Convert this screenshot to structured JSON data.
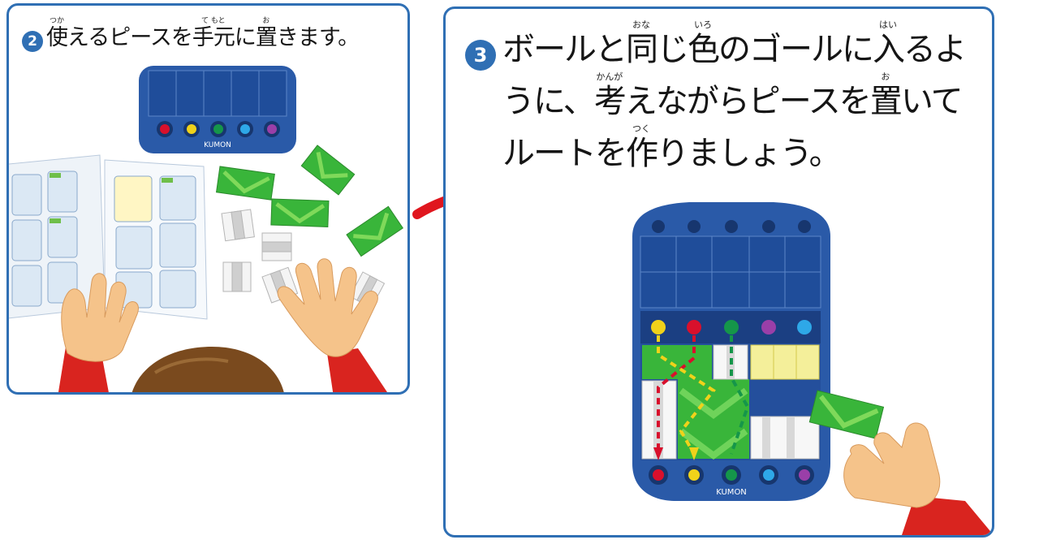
{
  "steps": [
    {
      "number": "2",
      "lines": [
        [
          {
            "text": "使",
            "ruby": "つか"
          },
          {
            "text": "えるピースを"
          },
          {
            "text": "手元",
            "ruby": "て もと"
          },
          {
            "text": "に"
          },
          {
            "text": "置",
            "ruby": "お"
          },
          {
            "text": "きます。"
          }
        ]
      ]
    },
    {
      "number": "3",
      "lines": [
        [
          {
            "text": "ボールと"
          },
          {
            "text": "同",
            "ruby": "おな"
          },
          {
            "text": "じ"
          },
          {
            "text": "色",
            "ruby": "いろ"
          },
          {
            "text": "のゴールに"
          },
          {
            "text": "入",
            "ruby": "はい"
          },
          {
            "text": "るよ"
          }
        ],
        [
          {
            "text": "うに、"
          },
          {
            "text": "考",
            "ruby": "かんが"
          },
          {
            "text": "えながらピースを"
          },
          {
            "text": "置",
            "ruby": "お"
          },
          {
            "text": "いて"
          }
        ],
        [
          {
            "text": "ルートを"
          },
          {
            "text": "作",
            "ruby": "つく"
          },
          {
            "text": "りましょう。"
          }
        ]
      ]
    }
  ],
  "board": {
    "brand": "KUMON",
    "ball_colors": [
      "#f0d21a",
      "#d8102c",
      "#15964a",
      "#9a3fa8",
      "#2ea8e8"
    ],
    "goal_colors_left": [
      "#d8102c",
      "#f0d21a",
      "#15964a",
      "#2ea8e8",
      "#9a3fa8"
    ],
    "goal_colors_right": [
      "#d8102c",
      "#f0d21a",
      "#15964a",
      "#2ea8e8",
      "#9a3fa8"
    ]
  },
  "colors": {
    "frame": "#2f6fb4",
    "board_blue": "#2a5aa8",
    "arrow_red": "#e0161e",
    "piece_green": "#39b53a"
  }
}
